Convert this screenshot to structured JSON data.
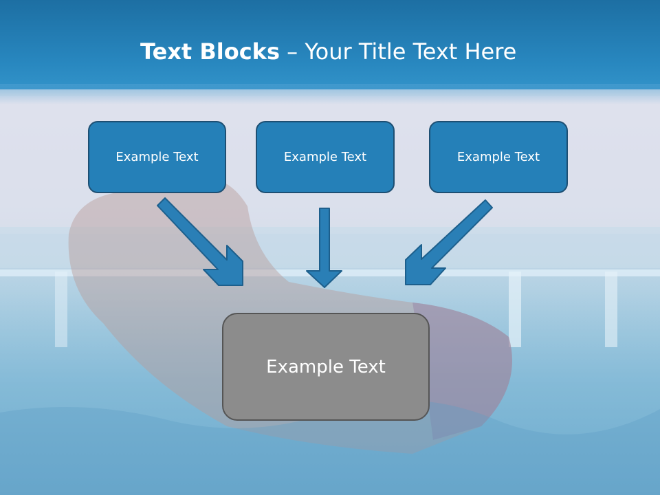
{
  "slide": {
    "title_bold": "Text Blocks",
    "title_rest": "– Your Title Text Here"
  },
  "blocks": [
    {
      "label": "Example Text"
    },
    {
      "label": "Example Text"
    },
    {
      "label": "Example Text"
    }
  ],
  "target": {
    "label": "Example Text"
  },
  "colors": {
    "header": "#2887bf",
    "box_fill": "#2580b8",
    "box_border": "#1d4f73",
    "arrow_fill": "#2a7fb6",
    "target_fill": "#8c8c8c"
  }
}
